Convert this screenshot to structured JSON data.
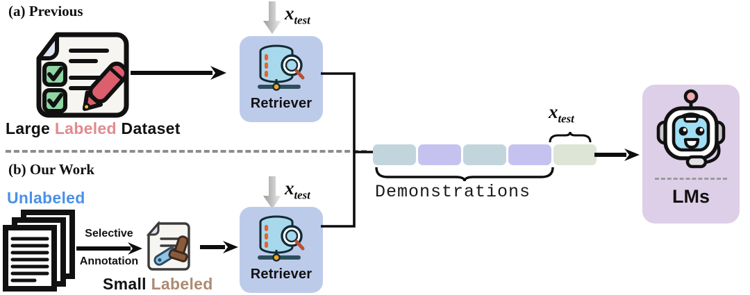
{
  "figure": {
    "sections": [
      {
        "id": "previous",
        "heading": "(a) Previous"
      },
      {
        "id": "our_work",
        "heading": "(b) Our Work"
      }
    ]
  },
  "previous": {
    "dataset_icon": "checklist-document-icon",
    "caption_parts": [
      {
        "text": "Large ",
        "color": "#111111"
      },
      {
        "text": "Labeled",
        "color": "#e28a8d"
      },
      {
        "text": " Dataset",
        "color": "#111111"
      }
    ],
    "caption_plain": "Large Labeled Dataset",
    "arrow": "arrow-right",
    "input_label": "x",
    "input_sub": "test",
    "retriever": {
      "label": "Retriever",
      "icon": "database-search-icon",
      "bg": "#bdcbeb"
    }
  },
  "our_work": {
    "unlabeled_label": "Unlabeled",
    "unlabeled_color": "#4a90e8",
    "docs_icon": "document-stack-icon",
    "annotation_arrow": {
      "top_label": "Selective",
      "bottom_label": "Annotation"
    },
    "labeled_icon": "stamped-document-icon",
    "caption_parts": [
      {
        "text": "Small ",
        "color": "#111111"
      },
      {
        "text": "Labeled",
        "color": "#ad8a72"
      }
    ],
    "caption_plain": "Small Labeled",
    "input_label": "x",
    "input_sub": "test",
    "retriever": {
      "label": "Retriever",
      "icon": "database-search-icon",
      "bg": "#bdcbeb"
    }
  },
  "prompt": {
    "segments": [
      {
        "role": "demonstration",
        "color": "#c3d5dc"
      },
      {
        "role": "demonstration",
        "color": "#c6c2f0"
      },
      {
        "role": "demonstration",
        "color": "#c3d5dc"
      },
      {
        "role": "demonstration",
        "color": "#c6c2f0"
      },
      {
        "role": "test-input",
        "color": "#dce5d6"
      }
    ],
    "demonstrations_label": "Demonstrations",
    "test_label": "x",
    "test_sub": "test",
    "output_arrow": "arrow-right"
  },
  "model": {
    "label": "LMs",
    "icon": "robot-headset-icon",
    "bg": "#ddcfe8"
  },
  "colors": {
    "retriever_bg": "#bdcbeb",
    "lms_bg": "#ddcfe8",
    "demo_blue": "#c3d5dc",
    "demo_purple": "#c6c2f0",
    "test_green": "#dce5d6",
    "labeled_pink": "#e28a8d",
    "labeled_brown": "#ad8a72",
    "unlabeled_blue": "#4a90e8",
    "divider_gray": "#8d8d8d"
  }
}
